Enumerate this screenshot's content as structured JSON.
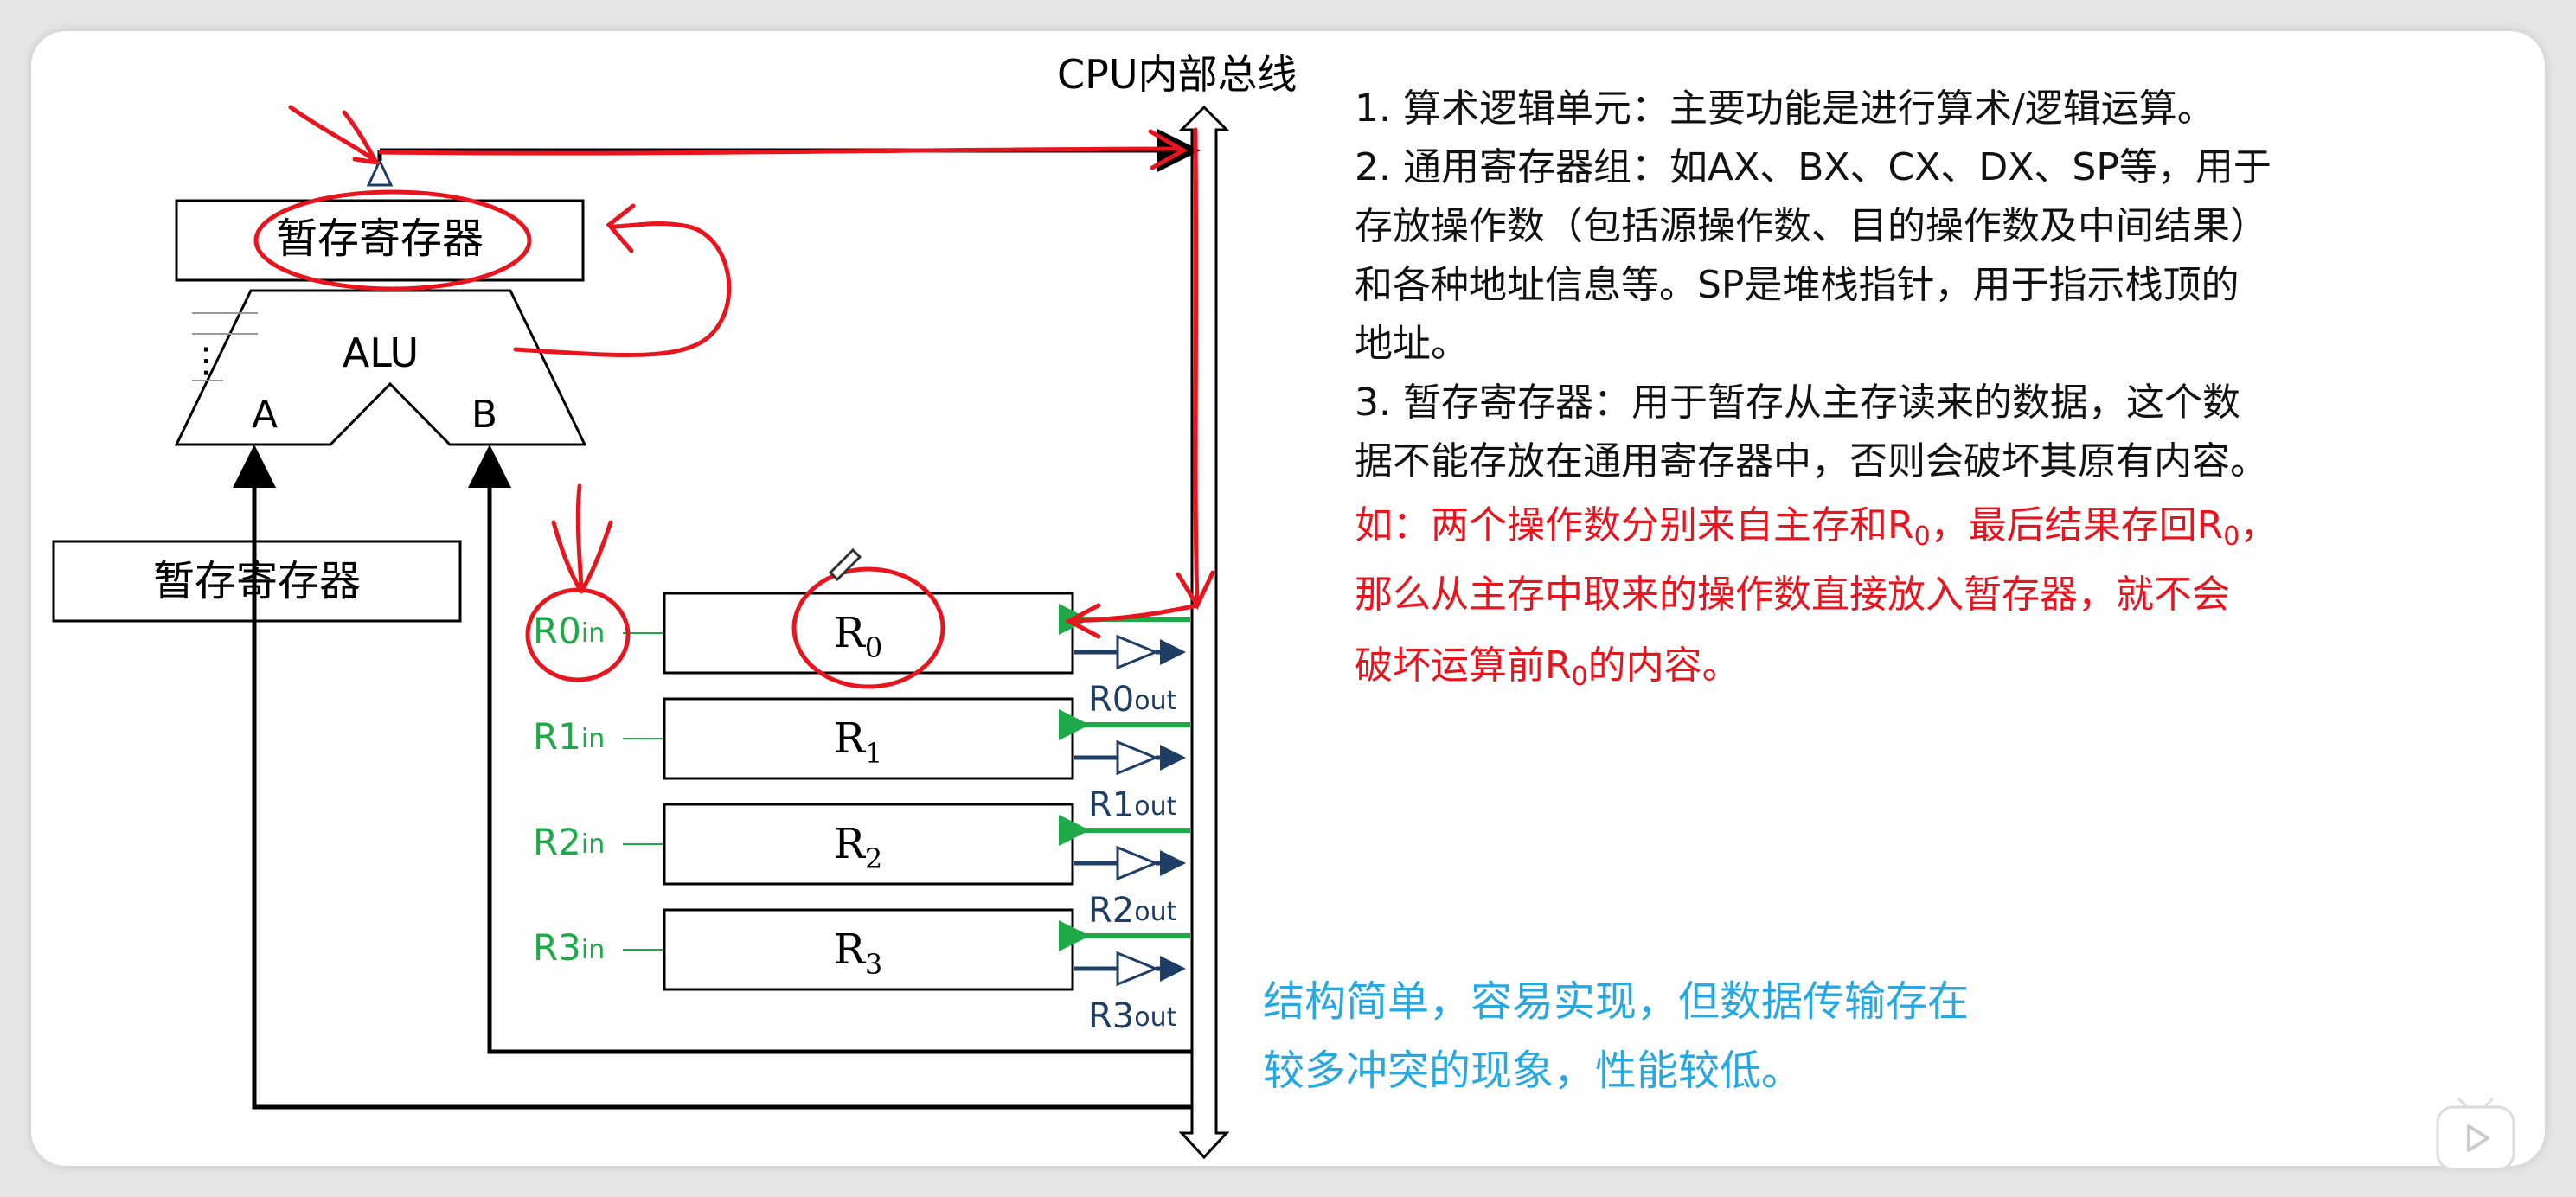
{
  "bus_label": "CPU内部总线",
  "temp_reg_top": "暂存寄存器",
  "temp_reg_left": "暂存寄存器",
  "alu": {
    "label": "ALU",
    "input_a": "A",
    "input_b": "B",
    "dots": "⋮"
  },
  "registers": [
    {
      "name": "R",
      "sub": "0",
      "in_label": "R0",
      "in_sub": "in",
      "out_label": "R0",
      "out_sub": "out"
    },
    {
      "name": "R",
      "sub": "1",
      "in_label": "R1",
      "in_sub": "in",
      "out_label": "R1",
      "out_sub": "out"
    },
    {
      "name": "R",
      "sub": "2",
      "in_label": "R2",
      "in_sub": "in",
      "out_label": "R2",
      "out_sub": "out"
    },
    {
      "name": "R",
      "sub": "3",
      "in_label": "R3",
      "in_sub": "in",
      "out_label": "R3",
      "out_sub": "out"
    }
  ],
  "notes": {
    "line1": "1. 算术逻辑单元：主要功能是进行算术/逻辑运算。",
    "line2": "2. 通用寄存器组：如AX、BX、CX、DX、SP等，用于",
    "line3": "存放操作数（包括源操作数、目的操作数及中间结果）",
    "line4": "和各种地址信息等。SP是堆栈指针，用于指示栈顶的",
    "line5": "地址。",
    "line6": "3. 暂存寄存器：用于暂存从主存读来的数据，这个数",
    "line7": "据不能存放在通用寄存器中，否则会破坏其原有内容。",
    "red1a": "如：两个操作数分别来自主存和R",
    "red1b": "，最后结果存回R",
    "red1c": "，",
    "red_sub": "0",
    "red2": "那么从主存中取来的操作数直接放入暂存器，就不会",
    "red3a": "破坏运算前R",
    "red3b": "的内容。"
  },
  "summary": {
    "line1": "结构简单，容易实现，但数据传输存在",
    "line2": "较多冲突的现象，性能较低。"
  },
  "colors": {
    "annotation_red": "#e8141e",
    "in_green": "#1faa4a",
    "out_blue": "#1f3e66",
    "summary_blue": "#27a8e0"
  }
}
